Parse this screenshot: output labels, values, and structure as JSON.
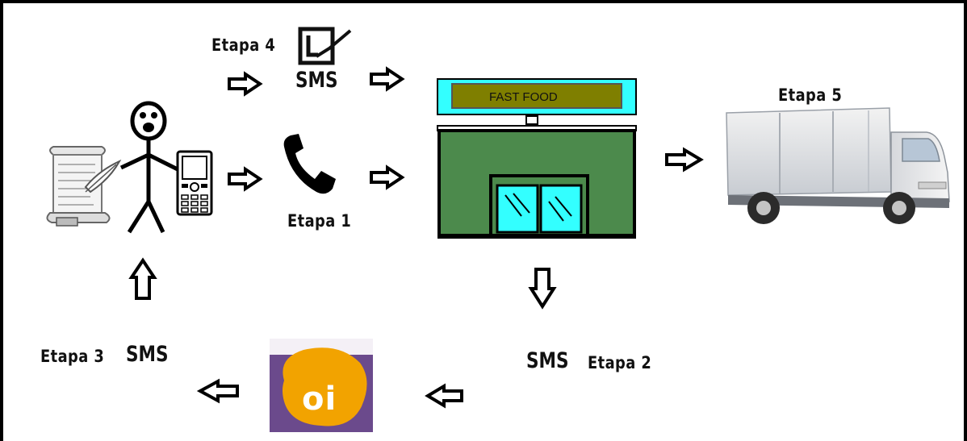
{
  "labels": {
    "etapa4": "Etapa 4",
    "etapa1": "Etapa 1",
    "etapa5": "Etapa 5",
    "etapa2": "Etapa 2",
    "etapa3": "Etapa 3",
    "sms": "SMS",
    "fast_food": "FAST FOOD",
    "oi_logo": "oi"
  },
  "colors": {
    "store_sky": "#33ffff",
    "store_wall": "#4c8a4c",
    "store_sign": "#7f7f00",
    "store_window": "#33ffff",
    "oi_yellow": "#f2a300",
    "oi_purple": "#6b4a8c"
  },
  "icons": {
    "customer": "stick-figure-icon",
    "scroll": "scroll-icon",
    "phone": "mobile-phone-icon",
    "handset": "telephone-handset-icon",
    "checkbox": "checked-box-icon",
    "store": "fast-food-store-icon",
    "truck": "delivery-truck-icon",
    "operator": "oi-logo"
  }
}
